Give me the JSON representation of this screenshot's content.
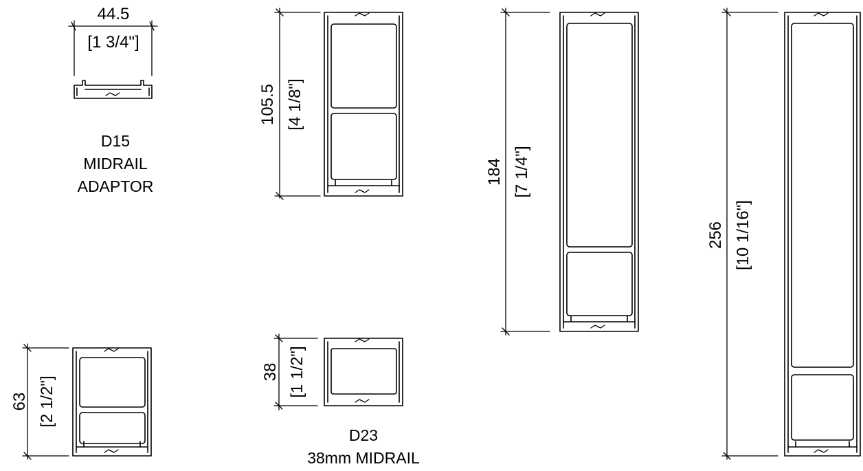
{
  "profiles": [
    {
      "id": "d15",
      "dim_mm": "44.5",
      "dim_in": "[1 3/4\"]",
      "caption": [
        "D15",
        "MIDRAIL",
        "ADAPTOR"
      ]
    },
    {
      "id": "p105",
      "dim_mm": "105.5",
      "dim_in": "[4 1/8\"]",
      "caption": []
    },
    {
      "id": "p184",
      "dim_mm": "184",
      "dim_in": "[7 1/4\"]",
      "caption": []
    },
    {
      "id": "p256",
      "dim_mm": "256",
      "dim_in": "[10 1/16\"]",
      "caption": []
    },
    {
      "id": "p63",
      "dim_mm": "63",
      "dim_in": "[2 1/2\"]",
      "caption": []
    },
    {
      "id": "d23",
      "dim_mm": "38",
      "dim_in": "[1 1/2\"]",
      "caption": [
        "D23",
        "38mm MIDRAIL"
      ]
    }
  ]
}
